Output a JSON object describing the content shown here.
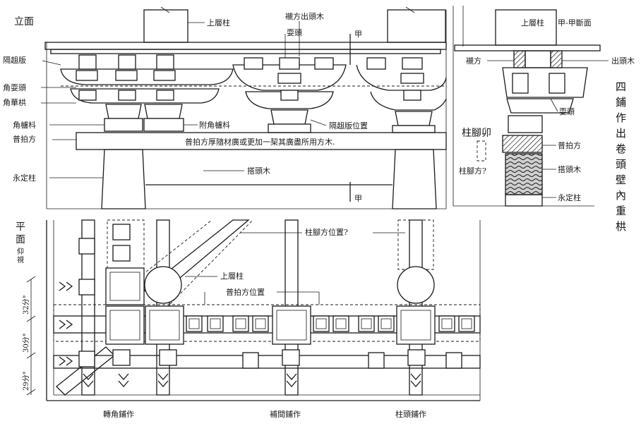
{
  "elevation": {
    "title": "立面",
    "labels": {
      "upper_column": "上層柱",
      "lintel_head": "襯方出頭木",
      "shuatou": "耍頭",
      "section_mark_top": "甲",
      "section_mark_bottom": "甲",
      "gequ_ban": "隔趄版",
      "jiao_shuatou": "角耍頭",
      "jiao_huagong": "角華栱",
      "jiao_lu_dou": "角櫨枓",
      "fu_jiao_lu_dou": "附角櫨枓",
      "gequ_ban_pos": "隔趄版位置",
      "pu_pai_fang": "普拍方",
      "pu_pai_fang_note": "普拍方厚隨材廣或更加一栔其廣盡所用方木.",
      "yongding_zhu": "永定柱",
      "datou_mu": "搭頭木"
    }
  },
  "section": {
    "title": "甲-甲斷面",
    "labels": {
      "upper_column": "上層柱",
      "chen_fang": "襯方",
      "chu_tou_mu": "出頭木",
      "shuatou": "耍頭",
      "pu_pai_fang": "普拍方",
      "zhu_jiao_mao": "柱腳卯",
      "zhu_jiao_fang_q": "柱腳方?",
      "datou_mu": "搭頭木",
      "yongding_zhu": "永定柱"
    }
  },
  "side_caption": {
    "lines": [
      "四",
      "鋪",
      "作",
      "出",
      "卷",
      "頭",
      "壁",
      "內",
      "重",
      "栱"
    ]
  },
  "plan": {
    "title_1": "平",
    "title_2": "面",
    "subtitle_1": "仰",
    "subtitle_2": "視",
    "labels": {
      "zhu_jiao_fang_pos": "柱腳方位置?",
      "upper_column": "上層柱",
      "pu_pai_fang_pos": "普拍方位置"
    },
    "dimensions": [
      "32分°",
      "30分°",
      "29分°"
    ],
    "bottom_labels": {
      "corner": "轉角鋪作",
      "intermediate": "補間鋪作",
      "column_head": "柱頭鋪作"
    }
  }
}
